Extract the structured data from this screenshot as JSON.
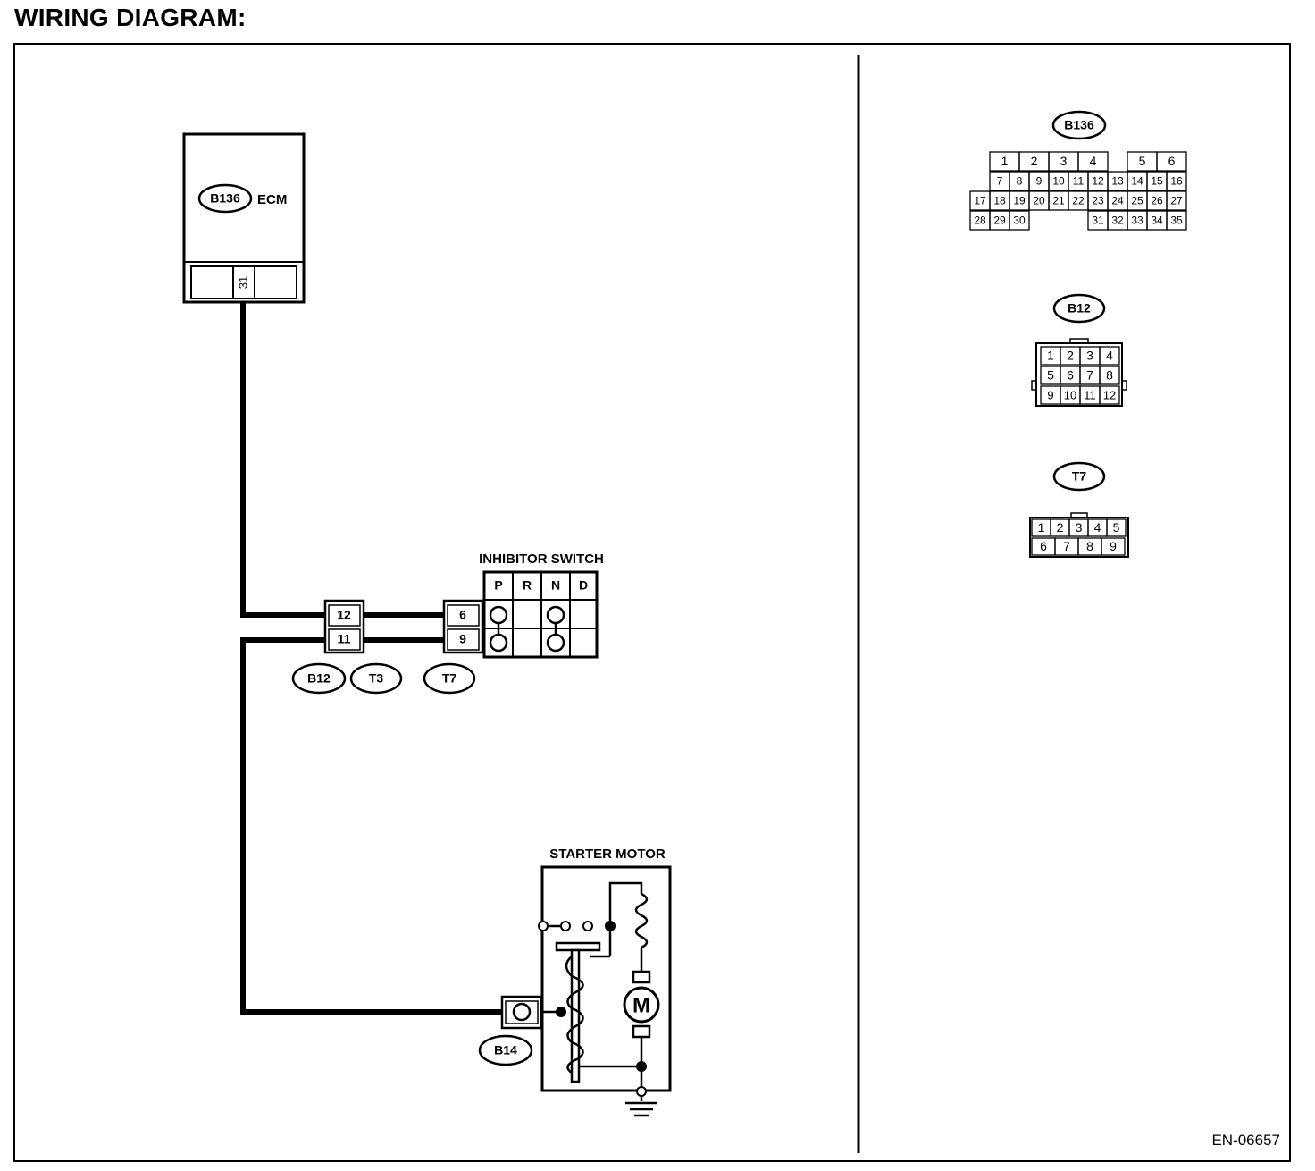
{
  "title": "WIRING DIAGRAM:",
  "figure_code": "EN-06657",
  "components": {
    "ecm": {
      "connector": "B136",
      "label": "ECM",
      "pin": "31"
    },
    "inhibitor_switch": {
      "label": "INHIBITOR SWITCH",
      "positions": [
        "P",
        "R",
        "N",
        "D"
      ]
    },
    "starter_motor": {
      "label": "STARTER MOTOR",
      "motor_symbol": "M"
    }
  },
  "harness_connectors": {
    "b12_t3": {
      "tags": [
        "B12",
        "T3"
      ],
      "pins": [
        "12",
        "11"
      ]
    },
    "t7": {
      "tag": "T7",
      "pins": [
        "6",
        "9"
      ]
    },
    "b14": {
      "tag": "B14"
    }
  },
  "connector_views": {
    "b136": {
      "tag": "B136",
      "row1a": [
        "1",
        "2",
        "3",
        "4"
      ],
      "row1b": [
        "5",
        "6"
      ],
      "row2": [
        "7",
        "8",
        "9",
        "10",
        "11",
        "12",
        "13",
        "14",
        "15",
        "16"
      ],
      "row3": [
        "17",
        "18",
        "19",
        "20",
        "21",
        "22",
        "23",
        "24",
        "25",
        "26",
        "27"
      ],
      "row4a": [
        "28",
        "29",
        "30"
      ],
      "row4b": [
        "31",
        "32",
        "33",
        "34",
        "35"
      ]
    },
    "b12": {
      "tag": "B12",
      "row1": [
        "1",
        "2",
        "3",
        "4"
      ],
      "row2": [
        "5",
        "6",
        "7",
        "8"
      ],
      "row3": [
        "9",
        "10",
        "11",
        "12"
      ]
    },
    "t7": {
      "tag": "T7",
      "row1": [
        "1",
        "2",
        "3",
        "4",
        "5"
      ],
      "row2": [
        "6",
        "7",
        "8",
        "9"
      ]
    }
  }
}
